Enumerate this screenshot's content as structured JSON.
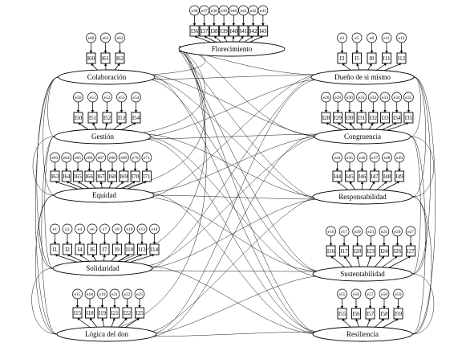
{
  "factors": [
    {
      "id": "flor",
      "label": "Florecimiento",
      "items": [
        "I36",
        "I37",
        "I38",
        "I39",
        "I40",
        "I41",
        "I42",
        "I43"
      ],
      "errors": [
        "e36",
        "e37",
        "e38",
        "e39",
        "e40",
        "e41",
        "e42",
        "e43"
      ]
    },
    {
      "id": "colab",
      "label": "Colaboración",
      "items": [
        "I60",
        "I61",
        "I62"
      ],
      "errors": [
        "e60",
        "e61",
        "e62"
      ]
    },
    {
      "id": "gest",
      "label": "Gestión",
      "items": [
        "I50",
        "I51",
        "I52",
        "I53",
        "I54"
      ],
      "errors": [
        "e50",
        "e51",
        "e52",
        "e53",
        "e54"
      ]
    },
    {
      "id": "equi",
      "label": "Equidad",
      "items": [
        "I63",
        "I64",
        "I65",
        "I66",
        "I67",
        "I68",
        "I69",
        "I70",
        "I71"
      ],
      "errors": [
        "e63",
        "e64",
        "e65",
        "e66",
        "e67",
        "e68",
        "e69",
        "e70",
        "e71"
      ]
    },
    {
      "id": "soli",
      "label": "Solidaridad",
      "items": [
        "I1",
        "I2",
        "I4",
        "I6",
        "I7",
        "I9",
        "I10",
        "I13",
        "I14"
      ],
      "errors": [
        "e1",
        "e2",
        "e4",
        "e6",
        "e7",
        "e9",
        "e10",
        "e13",
        "e14"
      ]
    },
    {
      "id": "logi",
      "label": "Lógica del don",
      "items": [
        "I15",
        "I18",
        "I19",
        "I21",
        "I22",
        "I25"
      ],
      "errors": [
        "e15",
        "e18",
        "e19",
        "e21",
        "e22",
        "e25"
      ]
    },
    {
      "id": "duen",
      "label": "Dueño de si mismo",
      "items": [
        "I3",
        "I5",
        "I8",
        "I11",
        "I12"
      ],
      "errors": [
        "e3",
        "e5",
        "e8",
        "e11",
        "e12"
      ]
    },
    {
      "id": "cong",
      "label": "Congruencia",
      "items": [
        "I28",
        "I29",
        "I30",
        "I31",
        "I32",
        "I33",
        "I34",
        "I35"
      ],
      "errors": [
        "e28",
        "e29",
        "e30",
        "e31",
        "e32",
        "e33",
        "e34",
        "e35"
      ]
    },
    {
      "id": "resp",
      "label": "Responsabilidad",
      "items": [
        "I44",
        "I45",
        "I46",
        "I47",
        "I48",
        "I49"
      ],
      "errors": [
        "e44",
        "e45",
        "e46",
        "e47",
        "e48",
        "e49"
      ]
    },
    {
      "id": "sust",
      "label": "Sustentabilidad",
      "items": [
        "I16",
        "I17",
        "I20",
        "I23",
        "I24",
        "I26",
        "I27"
      ],
      "errors": [
        "e16",
        "e17",
        "e20",
        "e23",
        "e24",
        "e26",
        "e27"
      ]
    },
    {
      "id": "resi",
      "label": "Resiliencia",
      "items": [
        "I55",
        "I56",
        "I57",
        "I58",
        "I59"
      ],
      "errors": [
        "e55",
        "e56",
        "e57",
        "e58",
        "e59"
      ]
    }
  ]
}
